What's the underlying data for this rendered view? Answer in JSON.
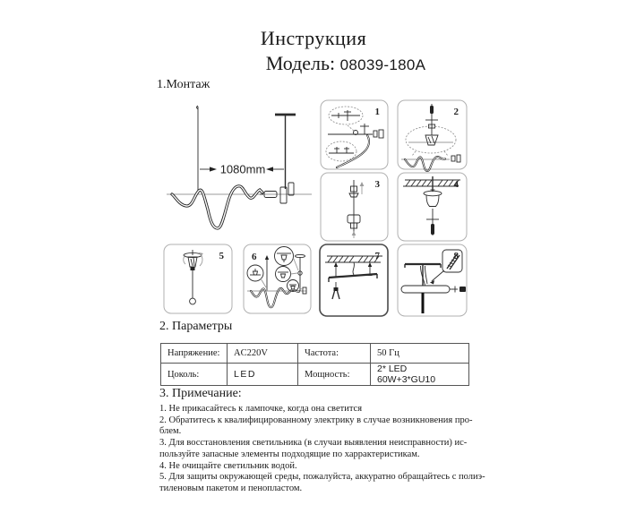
{
  "header": {
    "title": "Инструкция",
    "model_label": "Модель:",
    "model_value": "08039-180A"
  },
  "sections": {
    "montage": {
      "heading": "1.Монтаж",
      "dimension_label": "1080mm",
      "steps": [
        "1",
        "2",
        "3",
        "4",
        "5",
        "6",
        "7",
        "8"
      ]
    },
    "parameters": {
      "heading": "2. Параметры",
      "rows": [
        {
          "label1": "Напряжение:",
          "value1": "AC220V",
          "label2": "Частота:",
          "value2": "50 Гц"
        },
        {
          "label1": "Цоколь:",
          "value1": "LED",
          "label2": "Мощность:",
          "value2": "2* LED 60W+3*GU10"
        }
      ]
    },
    "notes": {
      "heading": "3. Примечание:",
      "items": [
        "1. Не прикасайтесь к лампочке, когда она светится",
        "2. Обратитесь к квалифицированному электрику в случае возникновения про-\nблем.",
        "3. Для восстановления светильника (в случаи выявления неисправности) ис-\nпользуйте запасные элементы подходящие по харрактеристикам.",
        "4. Не очищайте светильник водой.",
        "5. Для защиты окружающей среды, пожалуйста, аккуратно обращайтесь с полиэ-\nтиленовым пакетом и пенопластом."
      ]
    }
  },
  "colors": {
    "ink": "#1a1a1a"
  }
}
